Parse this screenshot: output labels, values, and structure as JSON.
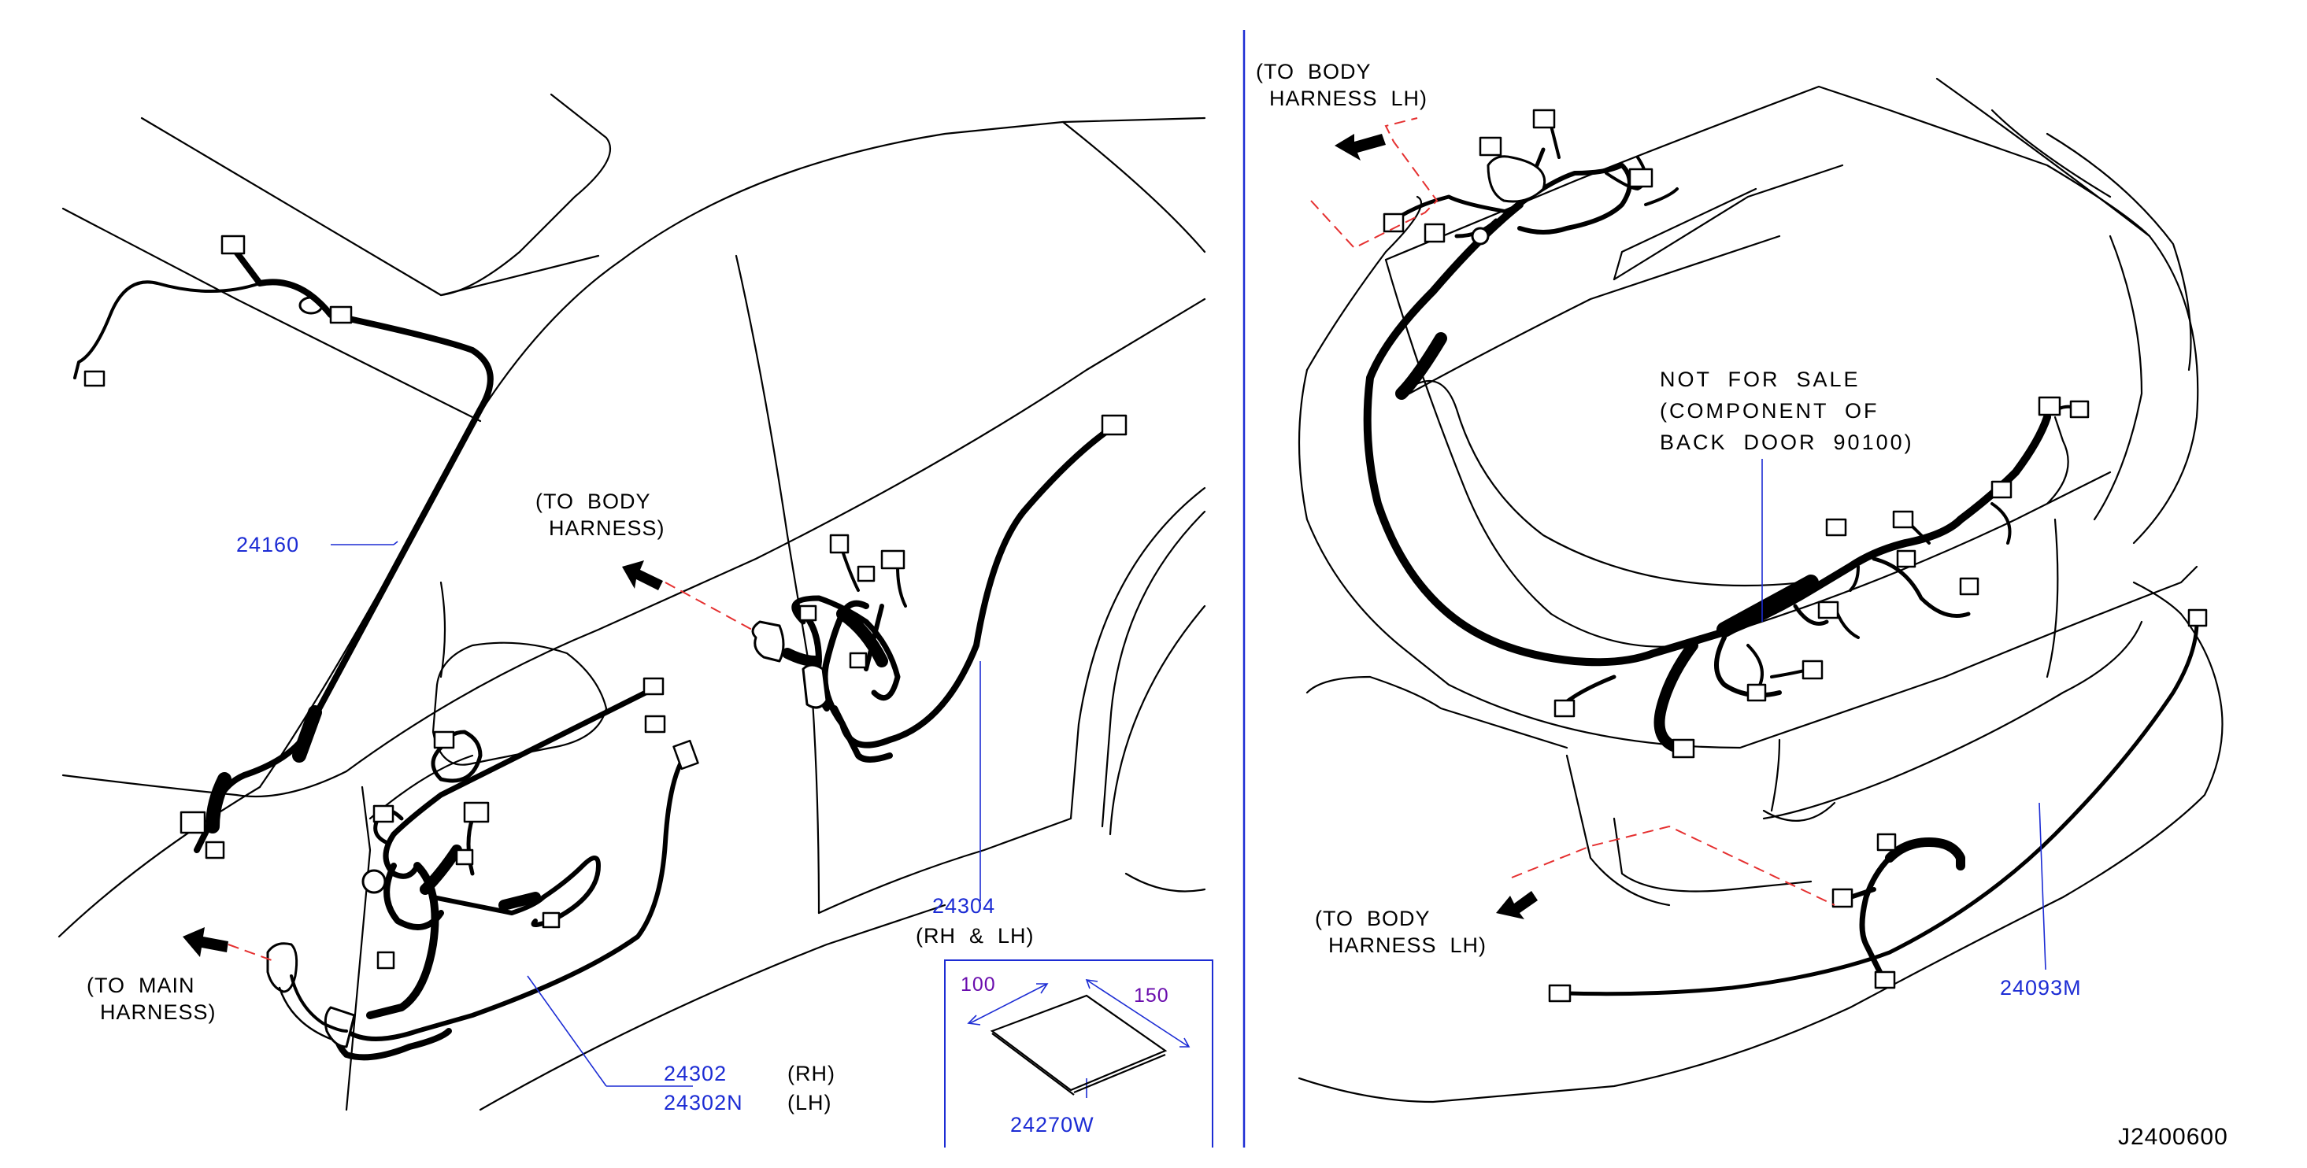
{
  "colors": {
    "part_number": "#1c2cd4",
    "text": "#000000",
    "dimension": "#6a0dad",
    "divider": "#1c2cd4",
    "body_outline": "#000000",
    "harness": "#000000",
    "connection_dash": "#e53030"
  },
  "icons": {
    "direction_arrow": "arrow-left-icon"
  },
  "left_panel": {
    "part_24160": "24160",
    "to_body_harness": "(TO  BODY\n  HARNESS)",
    "to_main_harness": "(TO  MAIN\n  HARNESS)",
    "part_24304": "24304",
    "part_24304_side": "(RH  &  LH)",
    "part_24302": "24302",
    "part_24302_side": "(RH)",
    "part_24302N": "24302N",
    "part_24302N_side": "(LH)",
    "part_24270W": "24270W",
    "dimension_100": "100",
    "dimension_150": "150"
  },
  "right_panel": {
    "to_body_harness_lh_top": "(TO  BODY\n  HARNESS  LH)",
    "not_for_sale_note": "NOT  FOR  SALE\n(COMPONENT  OF\nBACK  DOOR  90100)",
    "to_body_harness_lh_bottom": "(TO  BODY\n  HARNESS  LH)",
    "part_24093M": "24093M"
  },
  "diagram_id": "J2400600"
}
